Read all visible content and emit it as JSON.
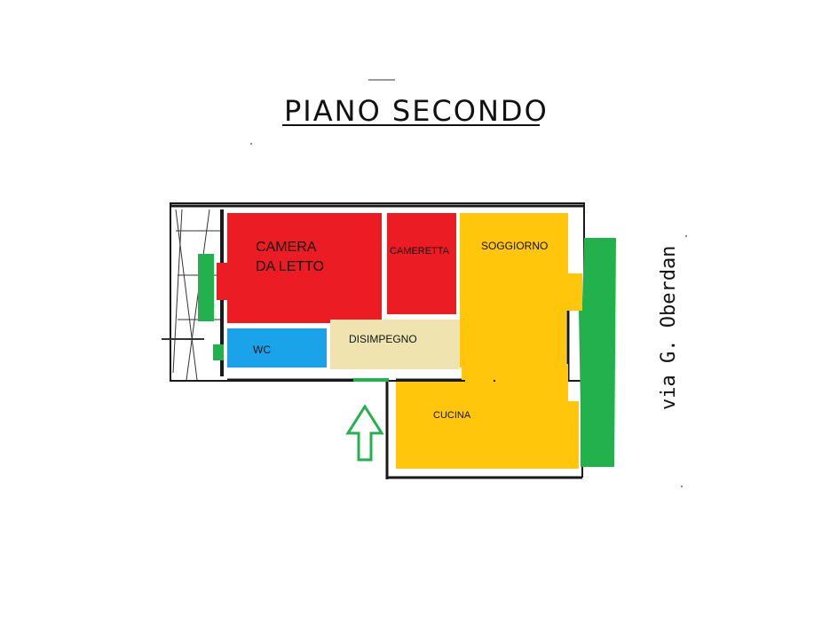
{
  "title": "PIANO SECONDO",
  "street": "via G. Oberdan",
  "rooms": {
    "camera": {
      "label_line1": "CAMERA",
      "label_line2": "DA LETTO"
    },
    "cameretta": {
      "label": "CAMERETTA"
    },
    "soggiorno": {
      "label": "SOGGIORNO"
    },
    "wc": {
      "label": "WC"
    },
    "disimpegno": {
      "label": "DISIMPEGNO"
    },
    "cucina": {
      "label": "CUCINA"
    }
  },
  "colors": {
    "bedroom": "#ec1c24",
    "bathroom": "#1aa3e8",
    "hallway": "#efe4b0",
    "living": "#ffc60b",
    "balcony": "#22b14c",
    "entrance_arrow": "#22b14c",
    "walls": "#1a1a1a"
  }
}
